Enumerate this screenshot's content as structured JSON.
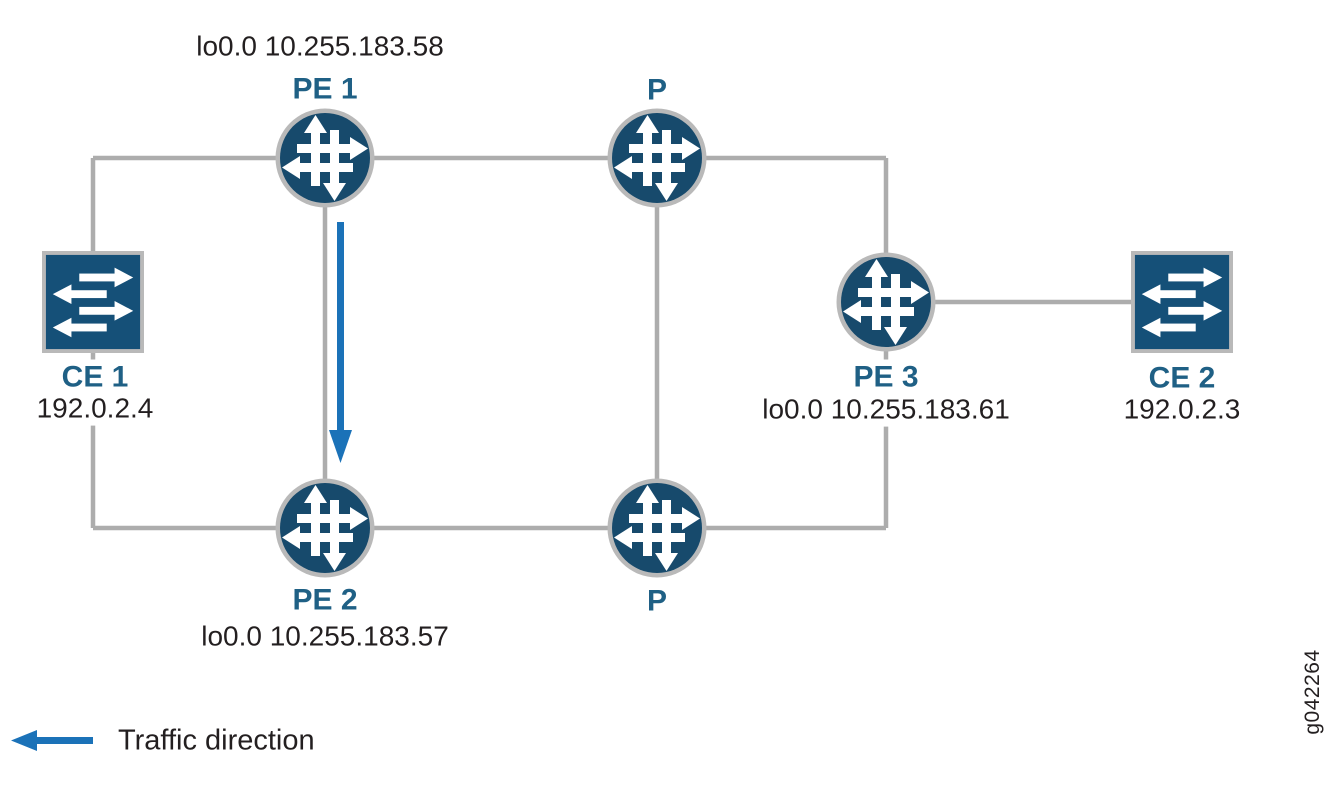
{
  "diagram_type": "network-topology",
  "colors": {
    "router_fill": "#174A6C",
    "switch_fill": "#155078",
    "node_border_gray": "#B9B9B9",
    "link_gray": "#ADADAD",
    "node_label_blue": "#1F6085",
    "traffic_arrow_blue": "#1B72B8",
    "text_black": "#231F20"
  },
  "nodes": {
    "pe1": {
      "type": "router",
      "label": "PE 1",
      "loopback": "lo0.0 10.255.183.58"
    },
    "pe2": {
      "type": "router",
      "label": "PE 2",
      "loopback": "lo0.0 10.255.183.57"
    },
    "pe3": {
      "type": "router",
      "label": "PE 3",
      "loopback": "lo0.0 10.255.183.61"
    },
    "p_top": {
      "type": "router",
      "label": "P"
    },
    "p_bottom": {
      "type": "router",
      "label": "P"
    },
    "ce1": {
      "type": "switch",
      "label": "CE 1",
      "ip": "192.0.2.4"
    },
    "ce2": {
      "type": "switch",
      "label": "CE 2",
      "ip": "192.0.2.3"
    }
  },
  "links": [
    {
      "from": "CE 1",
      "to": "PE 1"
    },
    {
      "from": "CE 1",
      "to": "PE 2"
    },
    {
      "from": "PE 1",
      "to": "P (top)"
    },
    {
      "from": "PE 1",
      "to": "PE 2"
    },
    {
      "from": "P (top)",
      "to": "P (bottom)"
    },
    {
      "from": "P (top)",
      "to": "PE 3"
    },
    {
      "from": "PE 2",
      "to": "P (bottom)"
    },
    {
      "from": "P (bottom)",
      "to": "PE 3"
    },
    {
      "from": "PE 3",
      "to": "CE 2"
    }
  ],
  "traffic_direction": {
    "from": "PE 1",
    "to": "PE 2"
  },
  "legend": {
    "label": "Traffic direction"
  },
  "watermark": "g042264"
}
